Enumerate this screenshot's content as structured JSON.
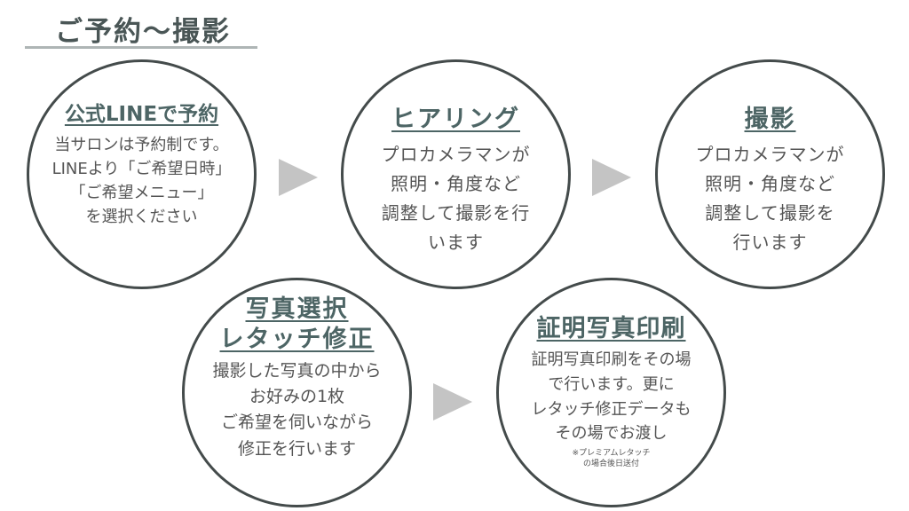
{
  "page_title": "ご予約〜撮影",
  "steps": [
    {
      "title": "公式LINEで予約",
      "lines": [
        "当サロンは予約制です。",
        "LINEより「ご希望日時」",
        "「ご希望メニュー」",
        "を選択ください"
      ]
    },
    {
      "title": "ヒアリング",
      "lines": [
        "プロカメラマンが",
        "照明・角度など",
        "調整して撮影を行",
        "います"
      ]
    },
    {
      "title": "撮影",
      "lines": [
        "プロカメラマンが",
        "照明・角度など",
        "調整して撮影を",
        "行います"
      ]
    },
    {
      "title_lines": [
        "写真選択",
        "レタッチ修正"
      ],
      "lines": [
        "撮影した写真の中から",
        "お好みの1枚",
        "ご希望を伺いながら",
        "修正を行います"
      ]
    },
    {
      "title": "証明写真印刷",
      "lines": [
        "証明写真印刷をその場",
        "で行います。更に",
        "レタッチ修正データも",
        "その場でお渡し"
      ],
      "note_lines": [
        "※プレミアムレタッチ",
        "の場合後日送付"
      ]
    }
  ],
  "arrow_icon": "right-triangle-arrow",
  "colors": {
    "circle_border": "#444b4b",
    "title_text": "#4d6565",
    "body_text": "#555555",
    "arrow": "#c4c4c4",
    "underline": "#aeb5b5"
  }
}
